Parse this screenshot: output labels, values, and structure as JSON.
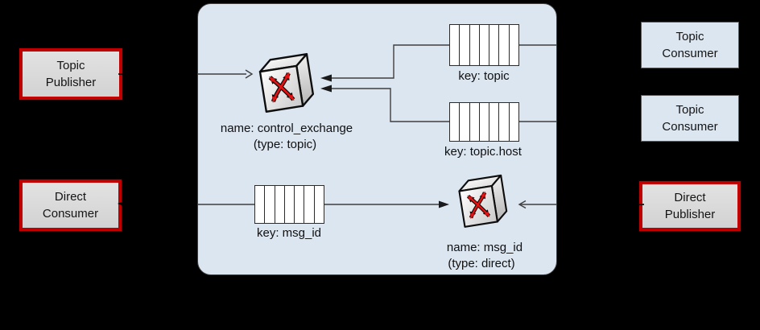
{
  "boxes": {
    "topic_publisher": {
      "lines": [
        "Topic",
        "Publisher"
      ]
    },
    "direct_consumer": {
      "lines": [
        "Direct",
        "Consumer"
      ]
    },
    "topic_consumer_a": {
      "lines": [
        "Topic",
        "Consumer"
      ]
    },
    "topic_consumer_b": {
      "lines": [
        "Topic",
        "Consumer"
      ]
    },
    "direct_publisher": {
      "lines": [
        "Direct",
        "Publisher"
      ]
    }
  },
  "exchanges": {
    "control": {
      "name_label": "name: control_exchange",
      "type_label": "(type: topic)"
    },
    "direct": {
      "name_label": "name: msg_id",
      "type_label": "(type: direct)"
    }
  },
  "queues": {
    "topic": {
      "label": "key: topic"
    },
    "topic_host": {
      "label": "key: topic.host"
    },
    "msg_id": {
      "label": "key: msg_id"
    }
  },
  "colors": {
    "background": "#000000",
    "container_fill": "#dce6f1",
    "container_border": "#3f3f3f",
    "red_border": "#c00000",
    "gray_box_fill": "#d9d9d9",
    "arrow_red": "#e31313",
    "line": "#3f3f3f",
    "queue_fill": "#ffffff"
  }
}
